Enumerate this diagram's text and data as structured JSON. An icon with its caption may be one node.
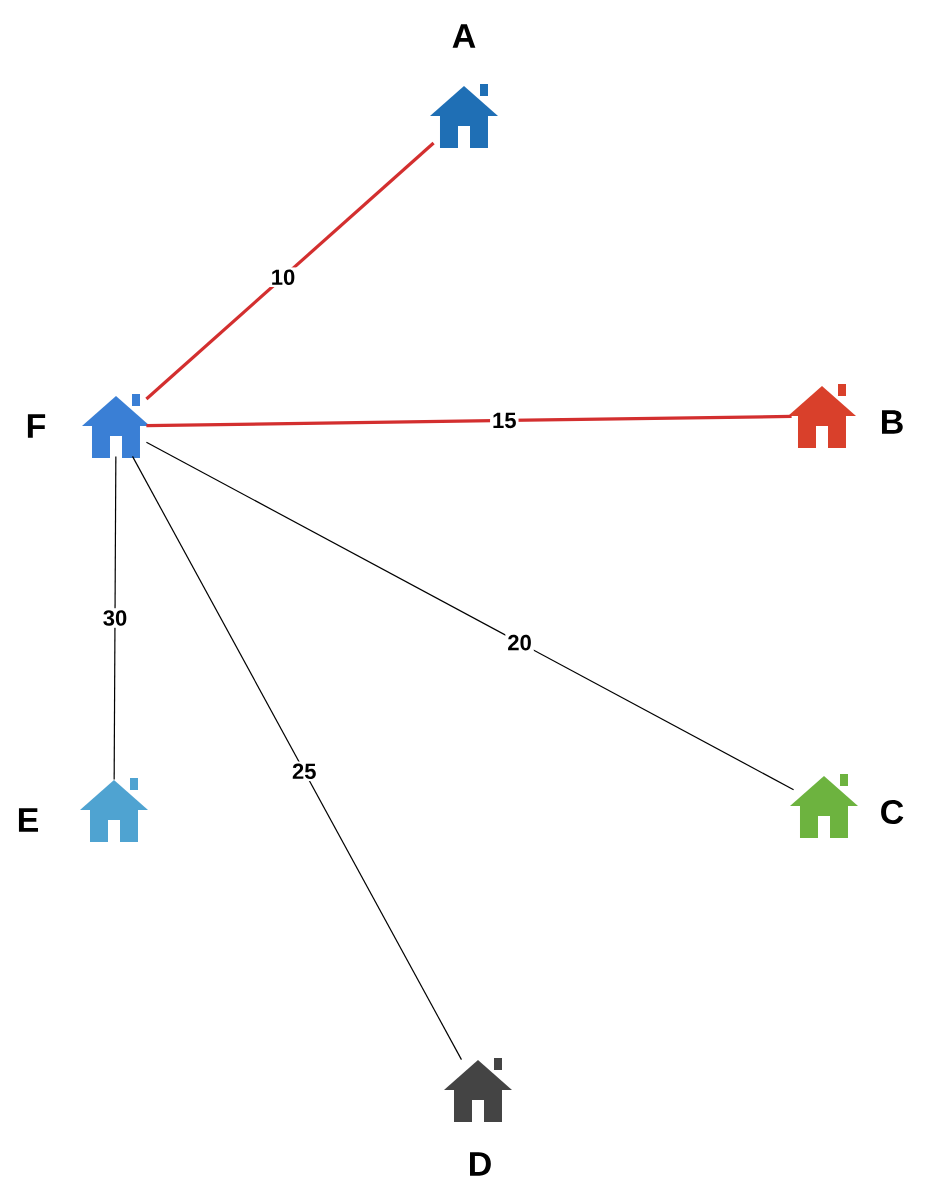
{
  "diagram": {
    "nodes": [
      {
        "text": [
          "A"
        ]
      },
      {
        "text": [
          "B"
        ]
      },
      {
        "text": [
          "C"
        ]
      },
      {
        "text": [
          "D"
        ]
      },
      {
        "text": [
          "E"
        ]
      },
      {
        "text": [
          "F"
        ]
      }
    ],
    "edges": [
      {
        "from": 5,
        "to": 0,
        "arrow": "none",
        "label": "10",
        "color": "#d32f2f"
      },
      {
        "from": 5,
        "to": 1,
        "arrow": "none",
        "label": "15",
        "color": "#d32f2f"
      },
      {
        "from": 5,
        "to": 2,
        "arrow": "none",
        "label": "20"
      },
      {
        "from": 5,
        "to": 3,
        "arrow": "none",
        "label": "25"
      },
      {
        "from": 5,
        "to": 4,
        "arrow": "none",
        "label": "30"
      }
    ]
  }
}
